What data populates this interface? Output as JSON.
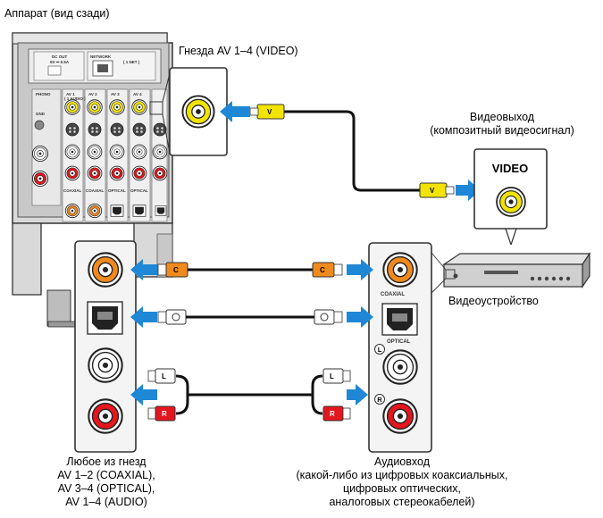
{
  "title": "Аппарат (вид сзади)",
  "av_video_label": "Гнезда AV 1–4 (VIDEO)",
  "video_out_label": [
    "Видеовыход",
    "(композитный видеосигнал)"
  ],
  "device_label": "Видеоустройство",
  "video_jack_label": "VIDEO",
  "coaxial_label": "COAXIAL",
  "optical_label": "OPTICAL",
  "left_marker": "L",
  "right_marker": "R",
  "plugs": {
    "video": "V",
    "coaxial": "C",
    "left": "L",
    "right": "R"
  },
  "receiver_panel": {
    "dc_out": "DC OUT",
    "dc_out_rating": "5V ⎓ 0.5A",
    "network": "NETWORK",
    "network_sub": "( 1 NET )",
    "phono": "PHONO",
    "gnd": "GND",
    "inputs": [
      "AV 1",
      "AV 2",
      "AV 3",
      "AV 4"
    ],
    "input_sub": "( 1 AUDIO )",
    "coaxial_small": "COAXIAL",
    "optical_small": "OPTICAL"
  },
  "bottom_left_label": [
    "Любое из гнезд",
    "AV 1–2 (COAXIAL),",
    "AV 3–4 (OPTICAL),",
    "AV 1–4 (AUDIO)"
  ],
  "bottom_right_label": [
    "Аудиовход",
    "(какой-либо из цифровых коаксиальных,",
    "цифровых оптических,",
    "аналоговых стереокабелей)"
  ],
  "colors": {
    "yellow_jack": "#f2e400",
    "orange_jack": "#f08a1c",
    "red_jack": "#e4161e",
    "arrow_blue": "#1e88d6",
    "panel_gray": "#d9d9d9",
    "panel_dark": "#a6a6a6"
  }
}
